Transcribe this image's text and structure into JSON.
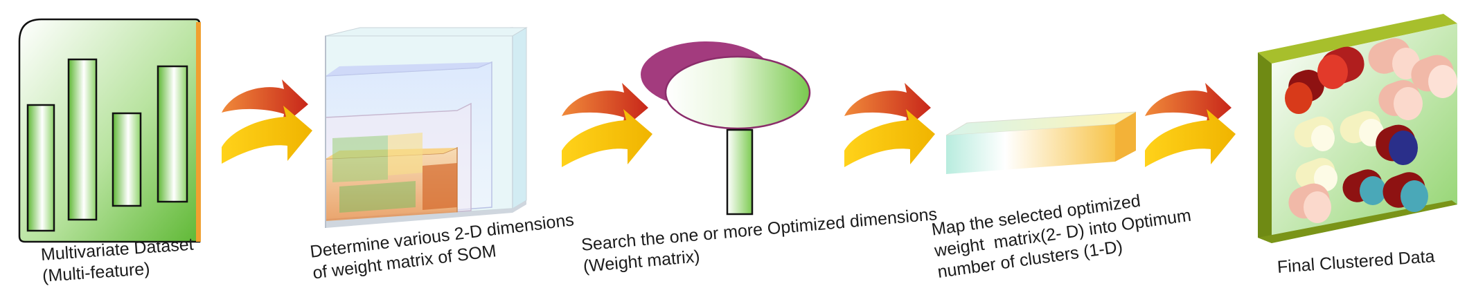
{
  "steps": [
    {
      "id": "dataset",
      "caption": "Multivariate Dataset\n(Multi-feature)"
    },
    {
      "id": "som",
      "caption": "Determine various 2-D dimensions\nof weight matrix of SOM"
    },
    {
      "id": "optimized",
      "caption": "Search the one or more Optimized dimensions\n(Weight matrix)"
    },
    {
      "id": "map",
      "caption": "Map the selected optimized\nweight  matrix(2- D) into Optimum\nnumber of clusters (1-D)"
    },
    {
      "id": "final",
      "caption": "Final Clustered Data"
    }
  ],
  "colors": {
    "arrow_top": "#e8542a",
    "arrow_bottom": "#f7c600",
    "green": "#6cc244",
    "magenta": "#a33b7e",
    "dark_red": "#8e1212",
    "pink": "#f1b9a8",
    "teal": "#4aa8b8",
    "navy": "#2a2f8a",
    "cream": "#f5f2c0",
    "olive": "#8aa41c"
  }
}
